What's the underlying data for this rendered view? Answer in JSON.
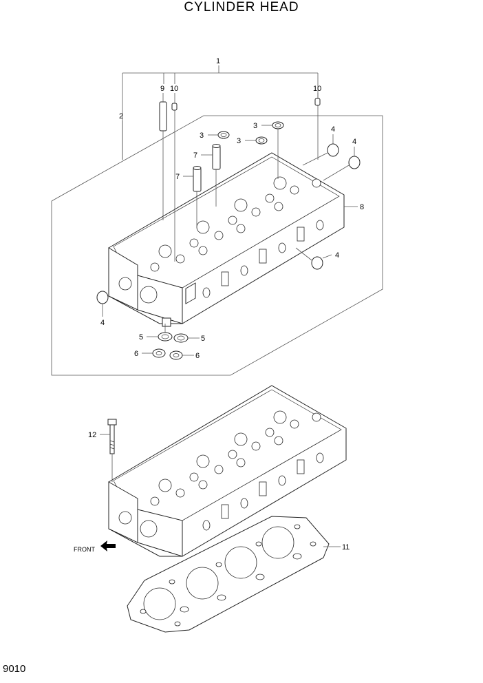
{
  "title": "CYLINDER HEAD",
  "page_code": "9010",
  "front_label": "FRONT",
  "callouts": [
    "1",
    "2",
    "3",
    "3",
    "3",
    "4",
    "4",
    "4",
    "4",
    "5",
    "5",
    "6",
    "6",
    "7",
    "7",
    "8",
    "9",
    "10",
    "10",
    "11",
    "12"
  ]
}
